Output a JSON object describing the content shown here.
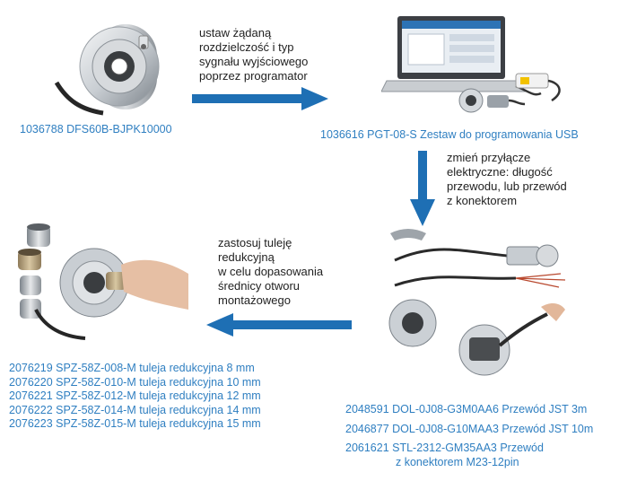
{
  "colors": {
    "accent_text": "#2f7fc1",
    "arrow": "#1e6fb4",
    "metal_light": "#e4e7ea",
    "metal_mid": "#b7bdc3",
    "metal_dark": "#6f767d",
    "cable": "#2a2a2a"
  },
  "step1": {
    "instruction": [
      "ustaw żądaną",
      "rozdzielczość i typ",
      "sygnału wyjściowego",
      "poprzez programator"
    ],
    "product": "1036788  DFS60B-BJPK10000"
  },
  "step2": {
    "instruction": [
      "zmień przyłącze",
      "elektryczne: długość",
      "przewodu, lub przewód",
      "z konektorem"
    ],
    "product": "1036616 PGT-08-S  Zestaw do programowania USB"
  },
  "step3": {
    "instruction": [
      "zastosuj tuleję",
      "redukcyjną",
      "w celu dopasowania",
      "średnicy otworu",
      "montażowego"
    ],
    "products": [
      "2048591 DOL-0J08-G3M0AA6  Przewód JST  3m",
      "2046877 DOL-0J08-G10MAA3  Przewód JST 10m",
      "2061621 STL-2312-GM35AA3  Przewód",
      "z konektorem M23-12pin"
    ]
  },
  "step4": {
    "products": [
      "2076219 SPZ-58Z-008-M  tuleja redukcyjna 8 mm",
      "2076220 SPZ-58Z-010-M  tuleja redukcyjna 10 mm",
      "2076221 SPZ-58Z-012-M  tuleja redukcyjna 12 mm",
      "2076222 SPZ-58Z-014-M  tuleja redukcyjna 14 mm",
      "2076223 SPZ-58Z-015-M  tuleja redukcyjna 15 mm"
    ]
  },
  "icons": [
    "encoder-image",
    "laptop-programmer-image",
    "cables-connector-image",
    "reduction-sleeves-image",
    "arrow-right-icon",
    "arrow-down-icon",
    "arrow-left-icon"
  ]
}
